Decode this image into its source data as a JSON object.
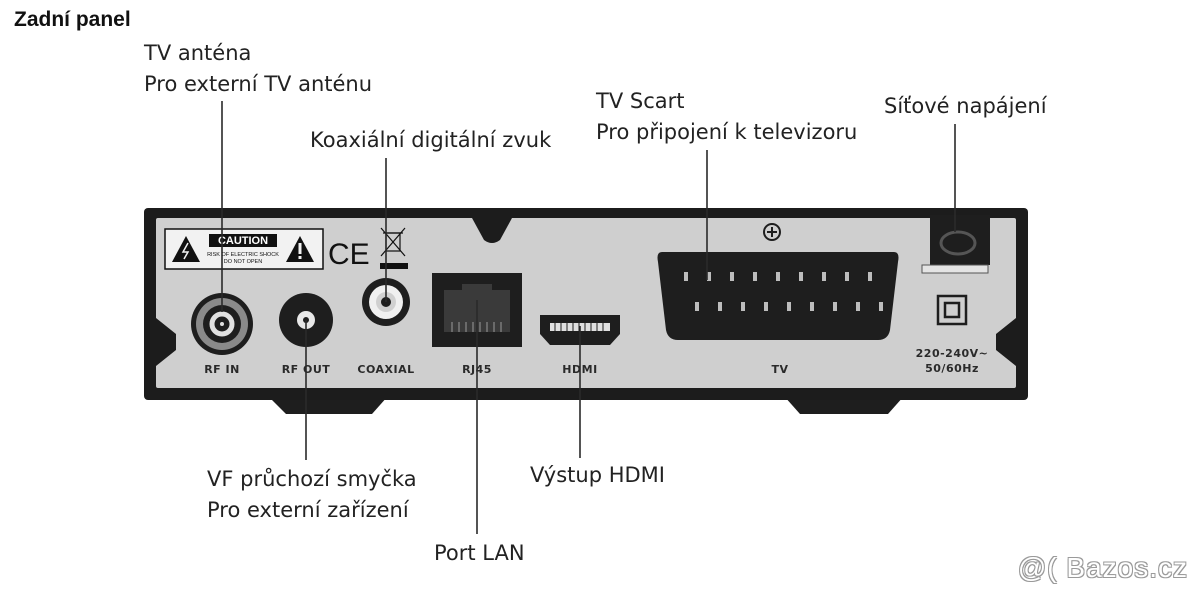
{
  "title": "Zadní panel",
  "callouts": {
    "antenna": {
      "line1": "TV anténa",
      "line2": "Pro externí TV anténu"
    },
    "coaxial": {
      "line1": "Koaxiální digitální zvuk"
    },
    "scart": {
      "line1": "TV Scart",
      "line2": "Pro připojení k televizoru"
    },
    "power": {
      "line1": "Síťové napájení"
    },
    "loop": {
      "line1": "VF průchozí smyčka",
      "line2": "Pro externí zařízení"
    },
    "hdmi": {
      "line1": "Výstup HDMI"
    },
    "lan": {
      "line1": "Port LAN"
    }
  },
  "ports": {
    "rf_in": "RF IN",
    "rf_out": "RF OUT",
    "coaxial": "COAXIAL",
    "rj45": "RJ45",
    "hdmi": "HDMI",
    "tv": "TV",
    "power_spec_1": "220-240V~",
    "power_spec_2": "50/60Hz"
  },
  "caution": {
    "heading": "CAUTION",
    "line1": "RISK OF ELECTRIC SHOCK",
    "line2": "DO NOT OPEN"
  },
  "ce_mark": "CE",
  "watermark": "@( Bazos.cz"
}
